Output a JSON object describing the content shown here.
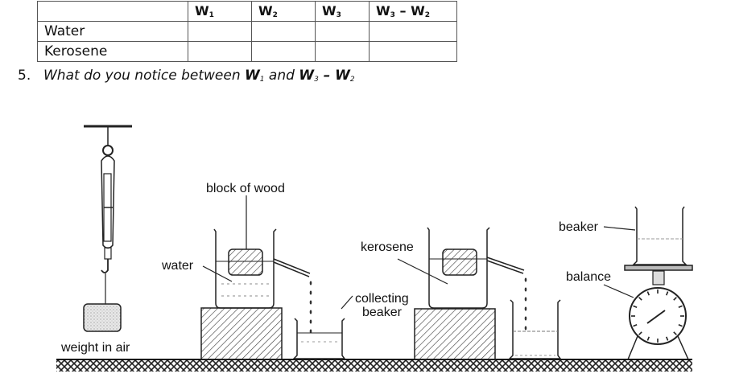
{
  "table": {
    "headers": [
      "",
      "W",
      "W",
      "W",
      "W"
    ],
    "header_subs": [
      "",
      "1",
      "2",
      "3",
      "3"
    ],
    "last_header_minus": "–",
    "last_header_sub2": "2",
    "last_header_w2": "W",
    "rows": [
      {
        "label": "Water",
        "values": [
          "",
          "",
          "",
          ""
        ]
      },
      {
        "label": "Kerosene",
        "values": [
          "",
          "",
          "",
          ""
        ]
      }
    ]
  },
  "question": {
    "number": "5.",
    "text_before": "What do you notice between ",
    "w1": "W",
    "w1_sub": "1",
    "and": " and ",
    "w3": "W",
    "w3_sub": "3",
    "minus": " – ",
    "w2": "W",
    "w2_sub": "2"
  },
  "diagram": {
    "labels": {
      "weight_in_air": "weight in air",
      "block_of_wood": "block of wood",
      "water": "water",
      "kerosene": "kerosene",
      "collecting_beaker_1": "collecting",
      "collecting_beaker_2": "beaker",
      "beaker": "beaker",
      "balance": "balance"
    }
  }
}
